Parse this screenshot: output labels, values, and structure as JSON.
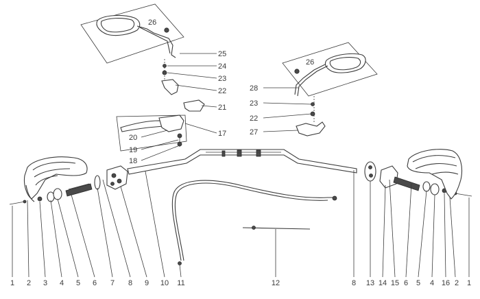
{
  "callouts": {
    "c1L": "1",
    "c2L": "2",
    "c3L": "3",
    "c4L": "4",
    "c5L": "5",
    "c6L": "6",
    "c7": "7",
    "c8L": "8",
    "c9": "9",
    "c10": "10",
    "c11": "11",
    "c12": "12",
    "c8R": "8",
    "c13": "13",
    "c14": "14",
    "c15": "15",
    "c6R": "6",
    "c5R": "5",
    "c4R": "4",
    "c16": "16",
    "c2R": "2",
    "c1R": "1",
    "c17": "17",
    "c18": "18",
    "c19": "19",
    "c20": "20",
    "c21": "21",
    "c22L": "22",
    "c23L": "23",
    "c24": "24",
    "c25": "25",
    "c26L": "26",
    "c26R": "26",
    "c28": "28",
    "c23R": "23",
    "c22R": "22",
    "c27": "27"
  }
}
